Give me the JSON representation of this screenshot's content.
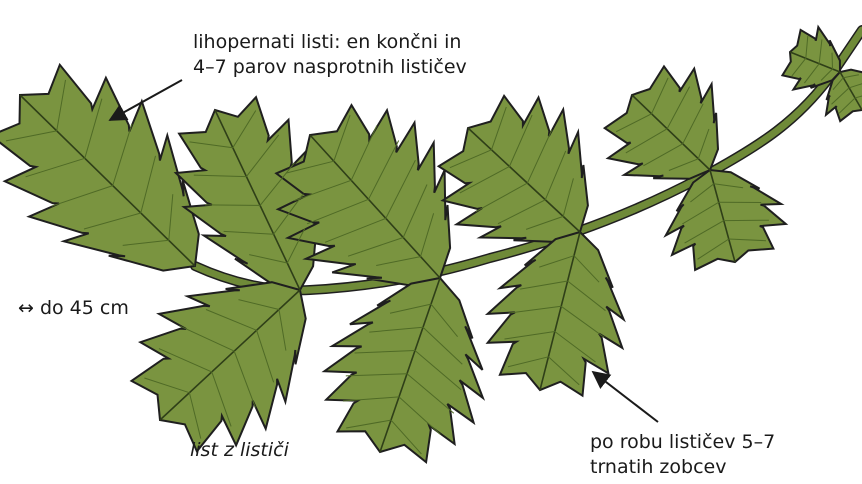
{
  "labels": {
    "compound_leaf": {
      "line1": "lihopernati listi: en končni in",
      "line2": "4–7 parov nasprotnih lističev"
    },
    "length": "↔ do 45 cm",
    "caption": "list z lističi",
    "teeth": {
      "line1": "po robu lističev 5–7",
      "line2": "trnatih zobcev"
    }
  },
  "colors": {
    "leaf_fill": "#7a9440",
    "leaf_outline": "#1f1f1f",
    "vein": "#4f6a26",
    "rachis": "#6f8a38",
    "arrow": "#1a1a1a"
  }
}
